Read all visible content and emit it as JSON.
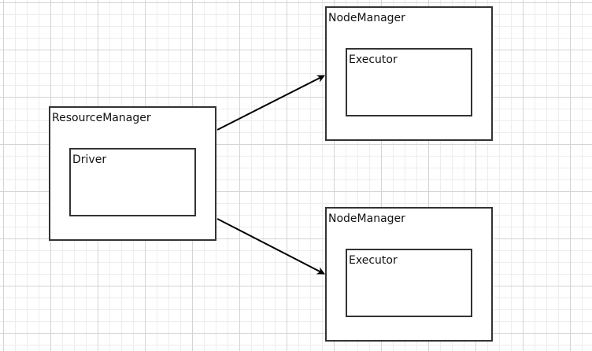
{
  "diagram": {
    "resource_manager": {
      "label": "ResourceManager",
      "driver": {
        "label": "Driver"
      }
    },
    "node_managers": [
      {
        "label": "NodeManager",
        "executor": {
          "label": "Executor"
        }
      },
      {
        "label": "NodeManager",
        "executor": {
          "label": "Executor"
        }
      }
    ],
    "colors": {
      "stroke": "#333333",
      "background": "#ffffff"
    }
  }
}
